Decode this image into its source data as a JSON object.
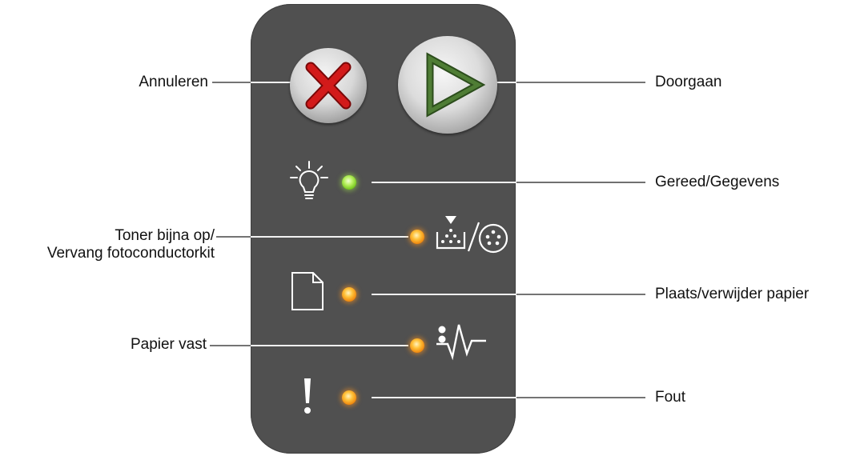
{
  "labels": {
    "cancel": "Annuleren",
    "continue": "Doorgaan",
    "ready_data": "Gereed/Gegevens",
    "toner_line1": "Toner bijna op/",
    "toner_line2": "Vervang fotoconductorkit",
    "load_paper": "Plaats/verwijder papier",
    "paper_jam": "Papier vast",
    "error": "Fout"
  },
  "leds": {
    "ready_data": {
      "color": "#8fdc3a"
    },
    "toner": {
      "color": "#f5a020"
    },
    "load_paper": {
      "color": "#f5a020"
    },
    "paper_jam": {
      "color": "#f5a020"
    },
    "error": {
      "color": "#f5a020"
    }
  },
  "icons": {
    "cancel_button": "x-cancel-icon",
    "continue_button": "play-triangle-icon",
    "ready": "lightbulb-icon",
    "toner": "toner-cartridge-icon",
    "photoconductor": "photoconductor-drum-icon",
    "paper": "paper-sheet-icon",
    "jam": "paper-jam-icon",
    "error": "exclamation-icon"
  },
  "colors": {
    "panel": "#505050",
    "cancel_x": "#c81818",
    "continue_triangle": "#3f6a2a"
  }
}
